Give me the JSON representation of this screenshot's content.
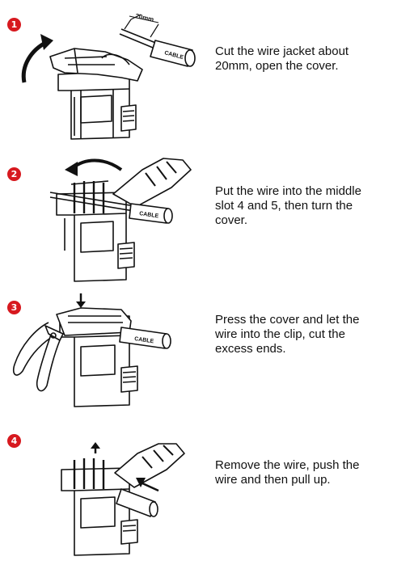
{
  "steps": [
    {
      "number": "1",
      "text": "Cut the wire jacket about\n20mm, open the cover.",
      "measure": "20mm",
      "cable_label": "CABLE"
    },
    {
      "number": "2",
      "text": "Put the wire into the middle\nslot 4 and 5, then turn the\ncover.",
      "cable_label": "CABLE"
    },
    {
      "number": "3",
      "text": "Press the cover and let the\nwire into the clip, cut the\nexcess ends.",
      "cable_label": "CABLE"
    },
    {
      "number": "4",
      "text": "Remove the wire, push the\nwire and then pull up."
    }
  ],
  "colors": {
    "badge": "#d7191f",
    "line": "#111111"
  }
}
